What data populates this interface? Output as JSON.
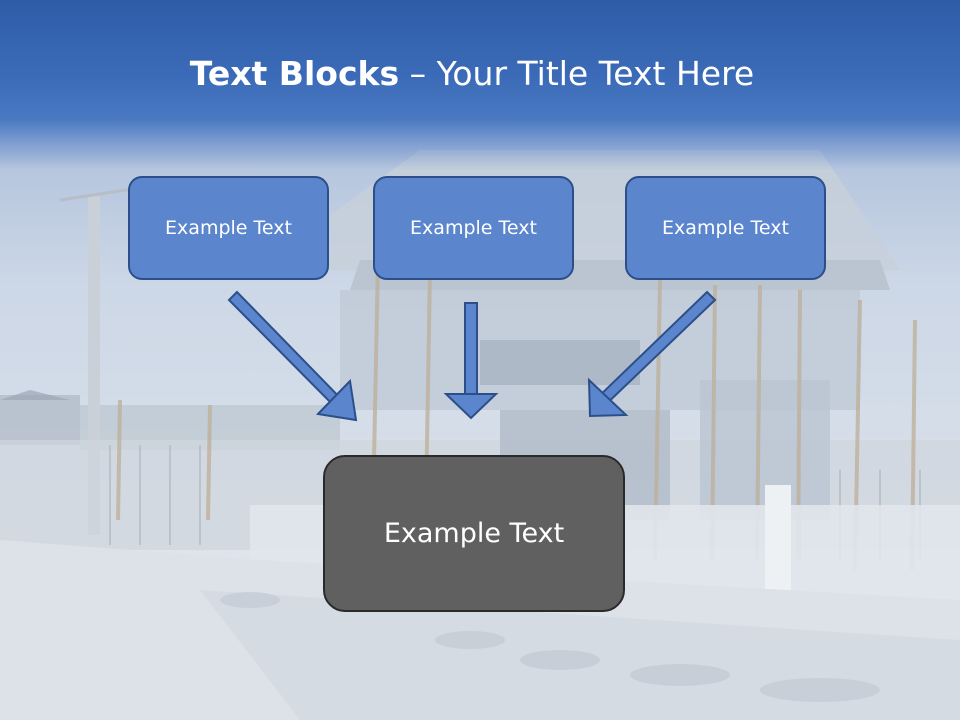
{
  "slide": {
    "title_bold": "Text Blocks",
    "title_dash": " – ",
    "title_rest": "Your Title Text Here",
    "boxes": [
      {
        "label": "Example Text"
      },
      {
        "label": "Example Text"
      },
      {
        "label": "Example Text"
      }
    ],
    "main_box": {
      "label": "Example Text"
    }
  },
  "colors": {
    "header": "#3b6bb8",
    "box_fill": "#5b86cd",
    "box_border": "#2c4f8a",
    "main_fill": "#606060",
    "arrow_fill": "#5b86cd"
  }
}
